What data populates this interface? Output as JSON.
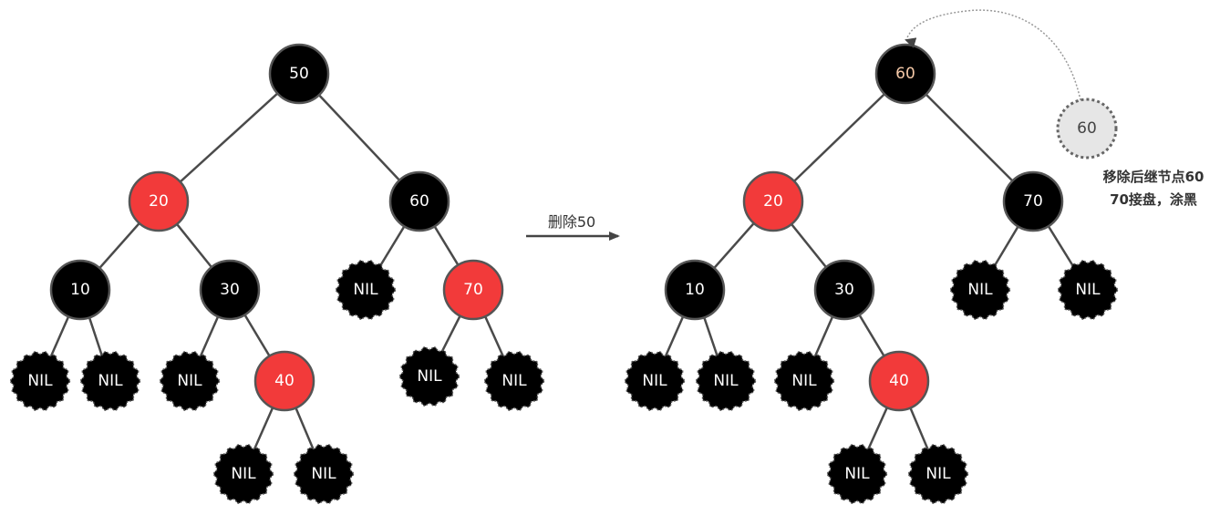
{
  "colors": {
    "black_node": "#000000",
    "red_node": "#f23a3a",
    "node_border": "#555555",
    "edge": "#4a4a4a",
    "ghost_fill": "#e6e6e6",
    "ghost_border": "#666666",
    "moved_text": "#f5c9a8"
  },
  "operation": {
    "label": "删除50"
  },
  "before_tree": {
    "nodes": [
      {
        "id": "b50",
        "label": "50",
        "color": "black"
      },
      {
        "id": "b20",
        "label": "20",
        "color": "red"
      },
      {
        "id": "b60",
        "label": "60",
        "color": "black"
      },
      {
        "id": "b10",
        "label": "10",
        "color": "black"
      },
      {
        "id": "b30",
        "label": "30",
        "color": "black"
      },
      {
        "id": "bnil_60l",
        "label": "NIL",
        "color": "nil"
      },
      {
        "id": "b70",
        "label": "70",
        "color": "red"
      },
      {
        "id": "bnil_10l",
        "label": "NIL",
        "color": "nil"
      },
      {
        "id": "bnil_10r",
        "label": "NIL",
        "color": "nil"
      },
      {
        "id": "bnil_30l",
        "label": "NIL",
        "color": "nil"
      },
      {
        "id": "b40",
        "label": "40",
        "color": "red"
      },
      {
        "id": "bnil_70l",
        "label": "NIL",
        "color": "nil"
      },
      {
        "id": "bnil_70r",
        "label": "NIL",
        "color": "nil"
      },
      {
        "id": "bnil_40l",
        "label": "NIL",
        "color": "nil"
      },
      {
        "id": "bnil_40r",
        "label": "NIL",
        "color": "nil"
      }
    ],
    "edges": [
      [
        "b50",
        "b20"
      ],
      [
        "b50",
        "b60"
      ],
      [
        "b20",
        "b10"
      ],
      [
        "b20",
        "b30"
      ],
      [
        "b60",
        "bnil_60l"
      ],
      [
        "b60",
        "b70"
      ],
      [
        "b10",
        "bnil_10l"
      ],
      [
        "b10",
        "bnil_10r"
      ],
      [
        "b30",
        "bnil_30l"
      ],
      [
        "b30",
        "b40"
      ],
      [
        "b70",
        "bnil_70l"
      ],
      [
        "b70",
        "bnil_70r"
      ],
      [
        "b40",
        "bnil_40l"
      ],
      [
        "b40",
        "bnil_40r"
      ]
    ]
  },
  "after_tree": {
    "nodes": [
      {
        "id": "a60",
        "label": "60",
        "color": "black",
        "moved": true
      },
      {
        "id": "a20",
        "label": "20",
        "color": "red"
      },
      {
        "id": "a70",
        "label": "70",
        "color": "black"
      },
      {
        "id": "a10",
        "label": "10",
        "color": "black"
      },
      {
        "id": "a30",
        "label": "30",
        "color": "black"
      },
      {
        "id": "anil_70l",
        "label": "NIL",
        "color": "nil"
      },
      {
        "id": "anil_70r",
        "label": "NIL",
        "color": "nil"
      },
      {
        "id": "anil_10l",
        "label": "NIL",
        "color": "nil"
      },
      {
        "id": "anil_10r",
        "label": "NIL",
        "color": "nil"
      },
      {
        "id": "anil_30l",
        "label": "NIL",
        "color": "nil"
      },
      {
        "id": "a40",
        "label": "40",
        "color": "red"
      },
      {
        "id": "anil_40l",
        "label": "NIL",
        "color": "nil"
      },
      {
        "id": "anil_40r",
        "label": "NIL",
        "color": "nil"
      }
    ],
    "edges": [
      [
        "a60",
        "a20"
      ],
      [
        "a60",
        "a70"
      ],
      [
        "a20",
        "a10"
      ],
      [
        "a20",
        "a30"
      ],
      [
        "a70",
        "anil_70l"
      ],
      [
        "a70",
        "anil_70r"
      ],
      [
        "a10",
        "anil_10l"
      ],
      [
        "a10",
        "anil_10r"
      ],
      [
        "a30",
        "anil_30l"
      ],
      [
        "a30",
        "a40"
      ],
      [
        "a40",
        "anil_40l"
      ],
      [
        "a40",
        "anil_40r"
      ]
    ]
  },
  "successor_ghost": {
    "label": "60"
  },
  "note": {
    "line1": "移除后继节点60",
    "line2": "70接盘，涂黑"
  }
}
